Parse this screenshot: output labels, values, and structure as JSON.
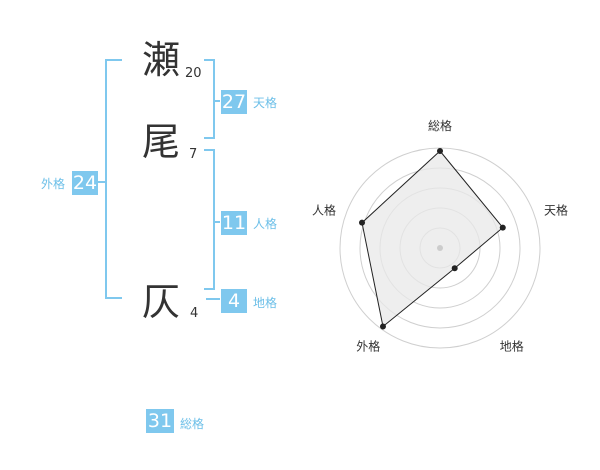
{
  "name": {
    "chars": [
      {
        "char": "瀬",
        "strokes": "20"
      },
      {
        "char": "尾",
        "strokes": "7"
      },
      {
        "char": "仄",
        "strokes": "4"
      }
    ]
  },
  "fortunes": {
    "tenkaku": {
      "label": "天格",
      "value": "27"
    },
    "jinkaku": {
      "label": "人格",
      "value": "11"
    },
    "chikaku": {
      "label": "地格",
      "value": "4"
    },
    "gaikaku": {
      "label": "外格",
      "value": "24"
    },
    "soukaku": {
      "label": "総格",
      "value": "31"
    }
  },
  "colors": {
    "accent": "#7fc8ee",
    "accent_text": "#6cbfe8",
    "text": "#333333"
  },
  "chart_data": {
    "type": "radar",
    "axes": [
      "総格",
      "天格",
      "地格",
      "外格",
      "人格"
    ],
    "values": [
      0.97,
      0.66,
      0.25,
      0.97,
      0.82
    ],
    "range": [
      0,
      1
    ],
    "rings": 5
  }
}
